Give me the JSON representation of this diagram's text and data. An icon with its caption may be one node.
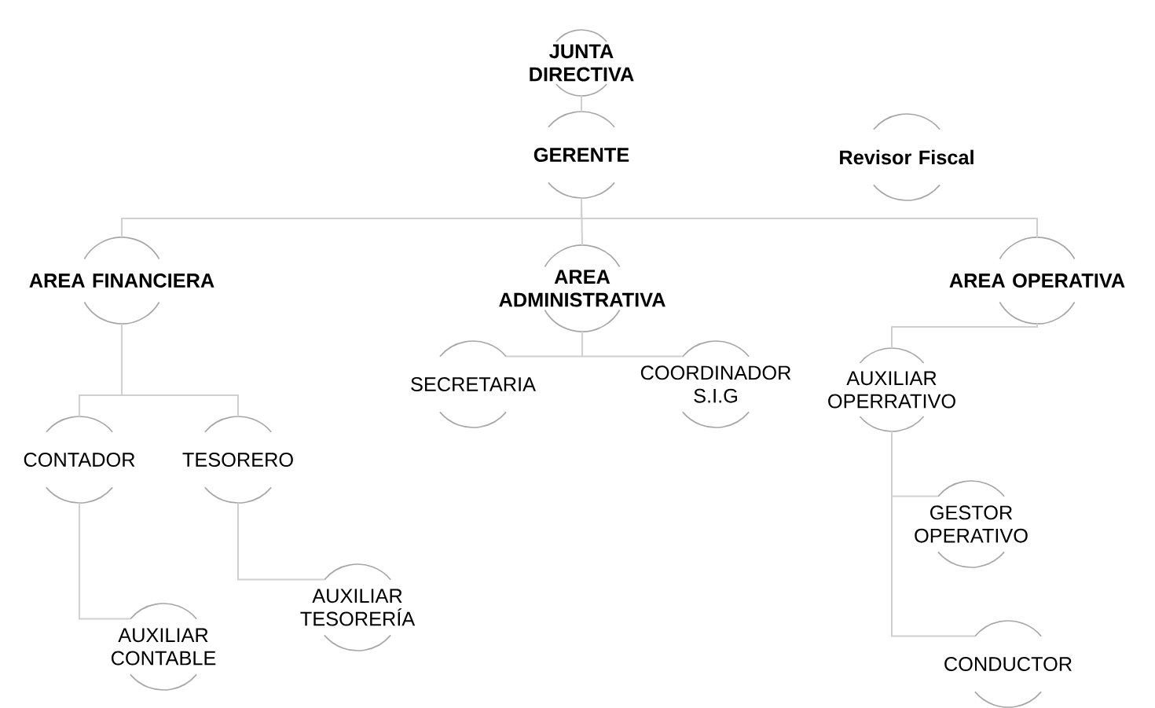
{
  "diagram": {
    "nodes": [
      {
        "text": [
          "JUNTA DIRECTIVA"
        ]
      },
      {
        "text": [
          "GERENTE"
        ]
      },
      {
        "text": [
          "Revisor Fiscal"
        ]
      },
      {
        "text": [
          "AREA FINANCIERA"
        ]
      },
      {
        "text": [
          "AREA ADMINISTRATIVA"
        ]
      },
      {
        "text": [
          "AREA OPERATIVA"
        ]
      },
      {
        "text": [
          "SECRETARIA"
        ]
      },
      {
        "text": [
          "COORDINADOR S.I.G"
        ]
      },
      {
        "text": [
          "AUXILIAR OPERRATIVO"
        ]
      },
      {
        "text": [
          "CONTADOR"
        ]
      },
      {
        "text": [
          "TESORERO"
        ]
      },
      {
        "text": [
          "AUXILIAR TESORERÍA"
        ]
      },
      {
        "text": [
          "AUXILIAR CONTABLE"
        ]
      },
      {
        "text": [
          "GESTOR OPERATIVO"
        ]
      },
      {
        "text": [
          "CONDUCTOR"
        ]
      }
    ],
    "edges": [
      {
        "from": 0,
        "to": 1,
        "arrow": "none"
      },
      {
        "from": 1,
        "to": 3,
        "arrow": "none"
      },
      {
        "from": 1,
        "to": 4,
        "arrow": "none"
      },
      {
        "from": 1,
        "to": 5,
        "arrow": "none"
      },
      {
        "from": 3,
        "to": 9,
        "arrow": "none"
      },
      {
        "from": 3,
        "to": 10,
        "arrow": "none"
      },
      {
        "from": 4,
        "to": 6,
        "arrow": "none"
      },
      {
        "from": 4,
        "to": 7,
        "arrow": "none"
      },
      {
        "from": 5,
        "to": 8,
        "arrow": "none"
      },
      {
        "from": 8,
        "to": 13,
        "arrow": "none"
      },
      {
        "from": 8,
        "to": 14,
        "arrow": "none"
      },
      {
        "from": 9,
        "to": 12,
        "arrow": "none"
      },
      {
        "from": 10,
        "to": 11,
        "arrow": "none"
      }
    ]
  }
}
